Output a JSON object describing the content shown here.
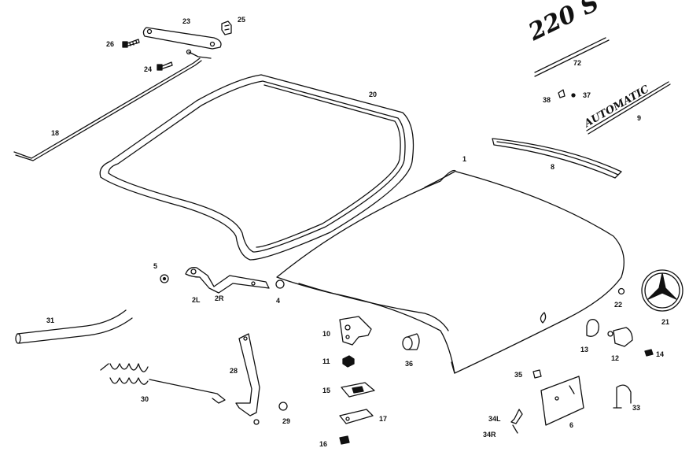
{
  "badges": {
    "model": "220 S",
    "automatic": "AUTOMATIC"
  },
  "callouts": [
    {
      "key": "c23",
      "text": "23"
    },
    {
      "key": "c25",
      "text": "25"
    },
    {
      "key": "c26",
      "text": "26"
    },
    {
      "key": "c24",
      "text": "24"
    },
    {
      "key": "c18",
      "text": "18"
    },
    {
      "key": "c20",
      "text": "20"
    },
    {
      "key": "c72",
      "text": "72"
    },
    {
      "key": "c38",
      "text": "38"
    },
    {
      "key": "c37",
      "text": "37"
    },
    {
      "key": "c9",
      "text": "9"
    },
    {
      "key": "c1",
      "text": "1"
    },
    {
      "key": "c8",
      "text": "8"
    },
    {
      "key": "c5",
      "text": "5"
    },
    {
      "key": "c2L",
      "text": "2L"
    },
    {
      "key": "c2R",
      "text": "2R"
    },
    {
      "key": "c4",
      "text": "4"
    },
    {
      "key": "c22",
      "text": "22"
    },
    {
      "key": "c21",
      "text": "21"
    },
    {
      "key": "c31",
      "text": "31"
    },
    {
      "key": "c10",
      "text": "10"
    },
    {
      "key": "c11",
      "text": "11"
    },
    {
      "key": "c36",
      "text": "36"
    },
    {
      "key": "c13",
      "text": "13"
    },
    {
      "key": "c12",
      "text": "12"
    },
    {
      "key": "c14",
      "text": "14"
    },
    {
      "key": "c28",
      "text": "28"
    },
    {
      "key": "c30",
      "text": "30"
    },
    {
      "key": "c15",
      "text": "15"
    },
    {
      "key": "c17",
      "text": "17"
    },
    {
      "key": "c29",
      "text": "29"
    },
    {
      "key": "c35",
      "text": "35"
    },
    {
      "key": "c33",
      "text": "33"
    },
    {
      "key": "c34L",
      "text": "34L"
    },
    {
      "key": "c34R",
      "text": "34R"
    },
    {
      "key": "c6",
      "text": "6"
    },
    {
      "key": "c16",
      "text": "16"
    }
  ]
}
